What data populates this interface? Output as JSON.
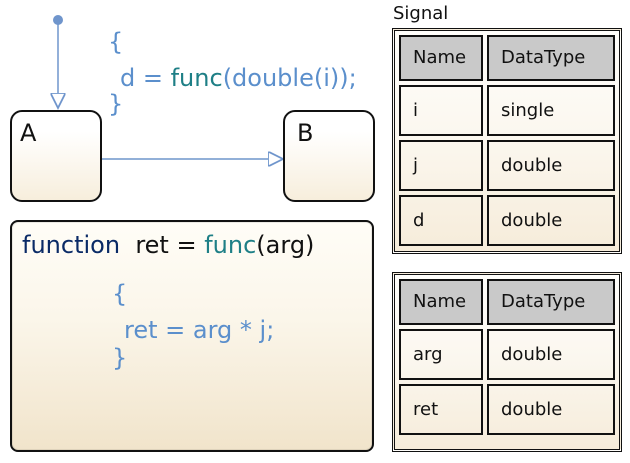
{
  "signal": {
    "title": "Signal"
  },
  "states": {
    "a_label": "A",
    "b_label": "B"
  },
  "transition_action": {
    "open_brace": "{",
    "prefix": "d = ",
    "func_name": "func",
    "suffix": "(double(i));",
    "close_brace": "}"
  },
  "graphical_function": {
    "signature_keyword": "function",
    "signature_return": "ret",
    "signature_equals": "=",
    "signature_func": "func",
    "signature_args": "(arg)",
    "open_brace": "{",
    "body": "ret = arg * j;",
    "close_brace": "}"
  },
  "table_top": {
    "headers": [
      "Name",
      "DataType"
    ],
    "rows": [
      [
        "i",
        "single"
      ],
      [
        "j",
        "double"
      ],
      [
        "d",
        "double"
      ]
    ]
  },
  "table_bottom": {
    "headers": [
      "Name",
      "DataType"
    ],
    "rows": [
      [
        "arg",
        "double"
      ],
      [
        "ret",
        "double"
      ]
    ]
  },
  "colors": {
    "code_blue": "#5b8fcc",
    "function_teal": "#1e7f86",
    "keyword_navy": "#0a2a66",
    "junction_orange": "#b57b12",
    "header_gray": "#c9c9c9"
  },
  "icons": {
    "default_transition": "dot-arrow",
    "transition_arrow": "arrow",
    "junction": "circle"
  }
}
